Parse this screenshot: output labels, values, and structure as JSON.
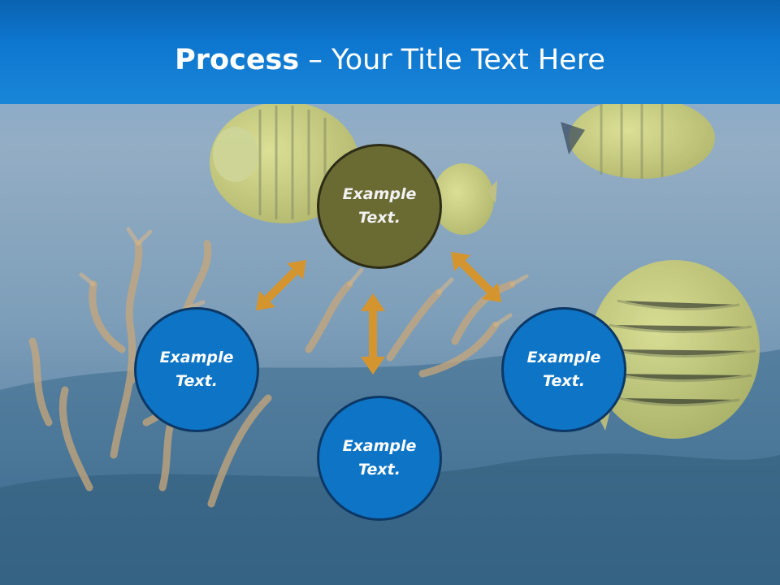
{
  "slide": {
    "title_strong": "Process",
    "title_rest": " – Your Title Text Here"
  },
  "nodes": {
    "top": "Example Text.",
    "left": "Example Text.",
    "bottom": "Example Text.",
    "right": "Example Text."
  },
  "colors": {
    "header": "#0d76cf",
    "node_blue": "#0d74c6",
    "node_olive": "#6a6a33",
    "arrow": "#d4952e"
  }
}
